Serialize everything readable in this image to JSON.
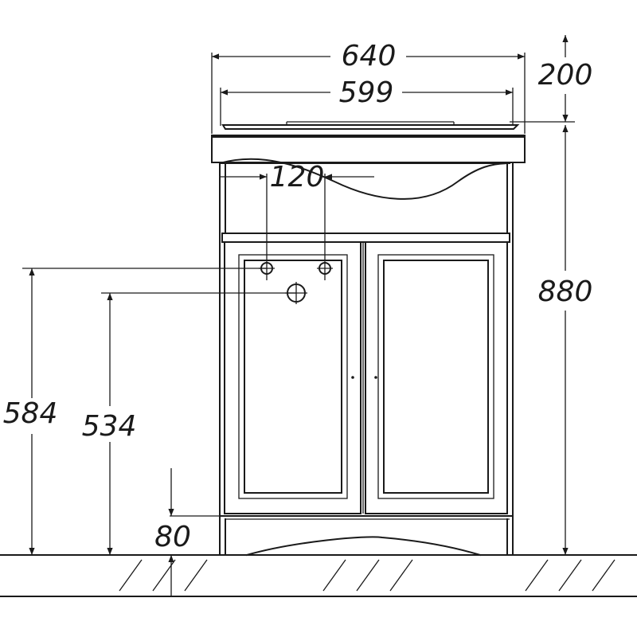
{
  "dimensions": {
    "width_outer": "640",
    "width_inner": "599",
    "top_height": "200",
    "hole_spacing": "120",
    "total_height": "880",
    "inlet_height": "584",
    "drain_height": "534",
    "plinth_height": "80"
  }
}
